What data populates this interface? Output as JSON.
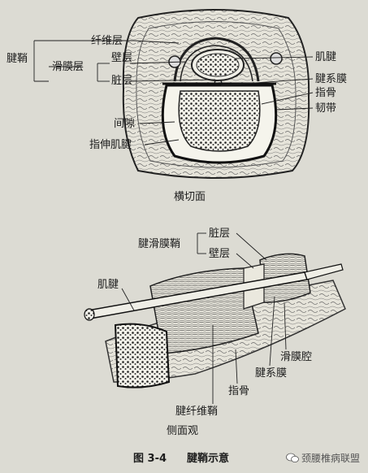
{
  "cross_section": {
    "labels": {
      "sheath": "腱鞘",
      "fibrous_layer": "纤维层",
      "synovial_layer": "滑膜层",
      "parietal_layer": "壁层",
      "visceral_layer": "脏层",
      "gap": "间隙",
      "extensor_tendon": "指伸肌腱",
      "tendon": "肌腱",
      "mesotendon": "腱系膜",
      "phalanx": "指骨",
      "ligament": "韧带"
    },
    "view_title": "横切面"
  },
  "side_view": {
    "labels": {
      "synovial_sheath": "腱滑膜鞘",
      "visceral_layer": "脏层",
      "parietal_layer": "壁层",
      "tendon": "肌腱",
      "synovial_cavity": "滑膜腔",
      "mesotendon": "腱系膜",
      "phalanx": "指骨",
      "fibrous_sheath": "腱纤维鞘"
    },
    "view_title": "侧面观"
  },
  "figure": {
    "number": "图 3-4",
    "caption": "腱鞘示意"
  },
  "watermark": {
    "text": "颈腰椎病联盟",
    "icon": "chat-bubble-icon"
  }
}
